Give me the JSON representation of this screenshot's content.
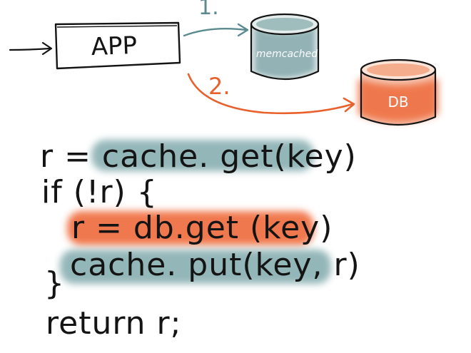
{
  "diagram": {
    "app_label": "APP",
    "memcache_label": "memcached",
    "db_label": "DB",
    "step1_label": "1.",
    "step2_label": "2."
  },
  "code": {
    "line1": "r = cache. get(key)",
    "line2": "if  (!r) {",
    "line3": "r = db.get (key)",
    "line4": "cache. put(key, r)",
    "line5": "}",
    "line6": "return  r;"
  },
  "colors": {
    "ink": "#141414",
    "teal": "#5a8a8e",
    "orange": "#e8602c",
    "teal_highlight": "#6f9ea1",
    "orange_highlight": "#ef6a3a"
  }
}
